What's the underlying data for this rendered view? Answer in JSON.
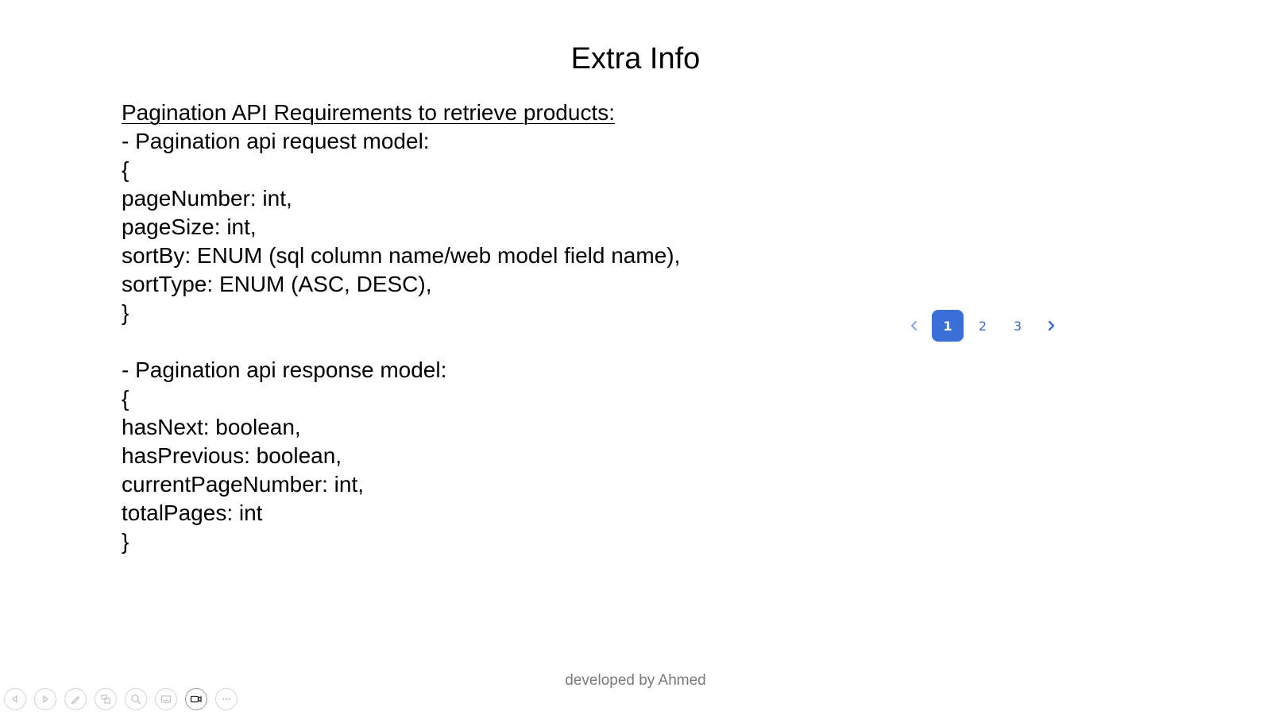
{
  "slide": {
    "title": "Extra Info",
    "heading": "Pagination API Requirements to retrieve products:",
    "lines": [
      "- Pagination api request model:",
      "{",
      "pageNumber: int,",
      "pageSize: int,",
      "sortBy: ENUM (sql column name/web model field name),",
      "sortType: ENUM (ASC, DESC),",
      "}",
      "",
      "- Pagination api response model:",
      "{",
      "hasNext: boolean,",
      "hasPrevious: boolean,",
      "currentPageNumber: int,",
      "totalPages: int",
      "}"
    ],
    "footer": "developed by Ahmed"
  },
  "pagination": {
    "prev_icon": "chevron-left-icon",
    "next_icon": "chevron-right-icon",
    "pages": [
      "1",
      "2",
      "3"
    ],
    "current_page": "1",
    "accent_color": "#3b6fd8"
  },
  "presenter_toolbar": {
    "buttons": [
      {
        "icon": "previous-slide-icon",
        "active": false
      },
      {
        "icon": "next-slide-icon",
        "active": false
      },
      {
        "icon": "pen-icon",
        "active": false
      },
      {
        "icon": "slides-grid-icon",
        "active": false
      },
      {
        "icon": "zoom-icon",
        "active": false
      },
      {
        "icon": "subtitles-icon",
        "active": false
      },
      {
        "icon": "camera-icon",
        "active": true
      },
      {
        "icon": "more-options-icon",
        "active": false
      }
    ]
  }
}
